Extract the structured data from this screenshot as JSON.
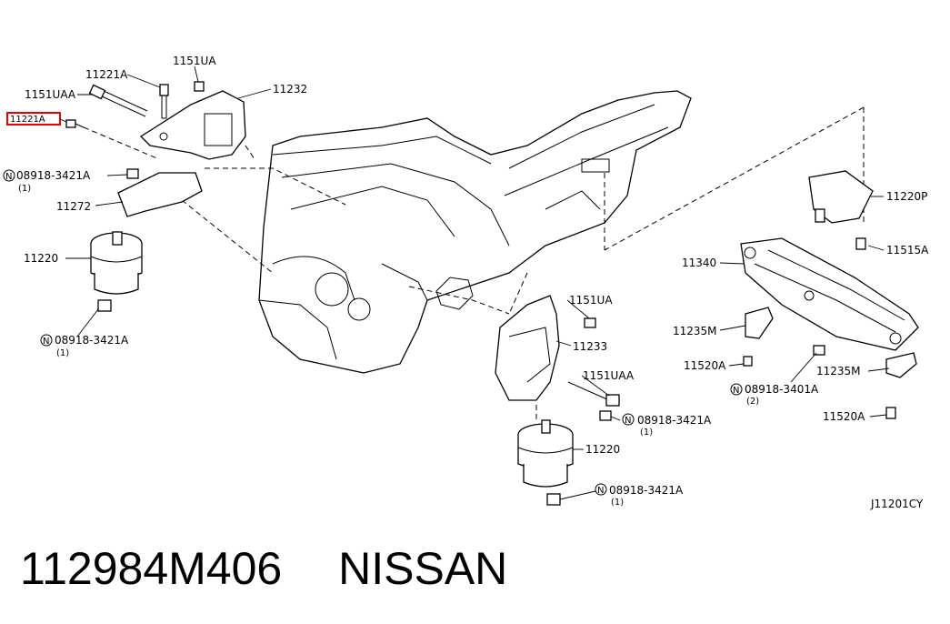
{
  "diagram_ref": "J11201CY",
  "footer": {
    "part_number": "112984M406",
    "brand": "NISSAN"
  },
  "callouts": {
    "bolt_top_left_1": "11221A",
    "bolt_top_center": "1151UA",
    "bolt_long_left": "1151UAA",
    "bracket_left": "11232",
    "highlighted_bolt": "11221A",
    "nut_left_top": "08918-3421A",
    "nut_left_top_qty": "(1)",
    "bracket_lower_left": "11272",
    "insulator_left": "11220",
    "nut_left_bottom": "08918-3421A",
    "nut_left_bottom_qty": "(1)",
    "rear_insulator": "11220P",
    "bolt_right": "11515A",
    "crossmember": "11340",
    "bracket_right_l": "11235M",
    "bolt_right_l": "11520A",
    "nut_right": "08918-3401A",
    "nut_right_qty": "(2)",
    "bracket_right_r": "11235M",
    "bolt_right_r": "11520A",
    "bolt_center_top": "1151UA",
    "bracket_center": "11233",
    "bolt_center_long": "1151UAA",
    "nut_center": "08918-3421A",
    "nut_center_qty": "(1)",
    "insulator_center": "11220",
    "nut_center_bottom": "08918-3421A",
    "nut_center_bottom_qty": "(1)",
    "circle_n_symbol": "N"
  }
}
